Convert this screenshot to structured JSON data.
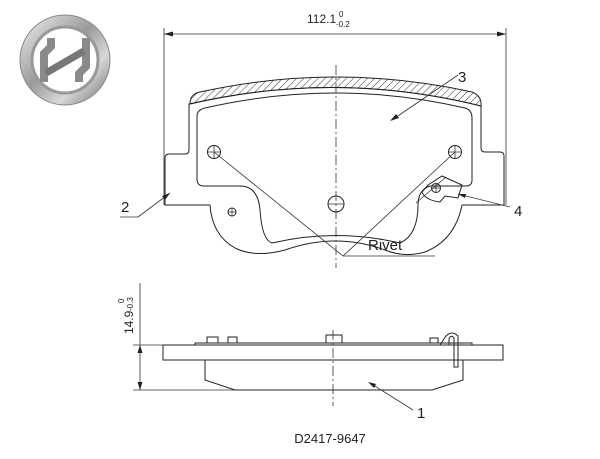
{
  "drawing": {
    "logo_text": "H",
    "width_dimension": {
      "value": "112.1",
      "upper_tol": "0",
      "lower_tol": "-0.2"
    },
    "thickness_dimension": {
      "value": "14.9",
      "upper_tol": "0",
      "lower_tol": "-0.3"
    },
    "callouts": {
      "one": "1",
      "two": "2",
      "three": "3",
      "four": "4",
      "rivet": "Rivet"
    },
    "part_number": "D2417-9647"
  }
}
